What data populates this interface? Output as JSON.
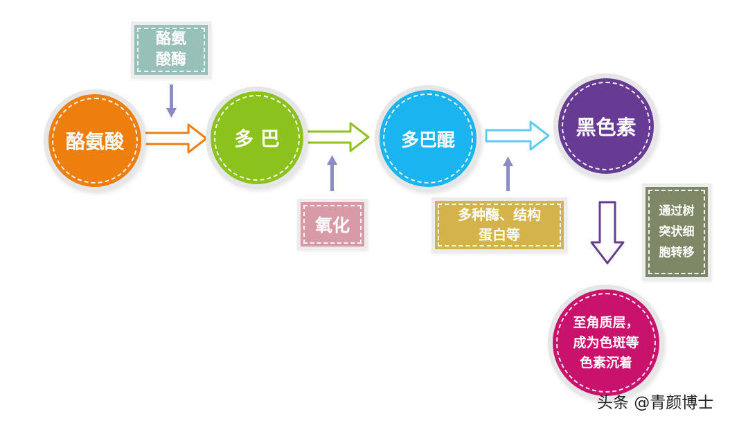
{
  "nodes": {
    "tyrosine": {
      "label": "酪氨酸",
      "color": "#ee7f0e"
    },
    "dopa": {
      "label": "多 巴",
      "color": "#8cc21e"
    },
    "dopaquinone": {
      "label": "多巴醌",
      "color": "#1ab5f1"
    },
    "melanin": {
      "label": "黑色素",
      "color": "#673a93"
    },
    "pigmentation": {
      "label": "至角质层，\n成为色斑等\n色素沉着",
      "color": "#c8126c"
    }
  },
  "boxes": {
    "tyrosinase": {
      "label": "酪氨\n酸酶",
      "color": "#96c0b8"
    },
    "oxidation": {
      "label": "氧化",
      "color": "#d89aa6"
    },
    "enzymes": {
      "label": "多种酶、结构\n蛋白等",
      "color": "#d4b44a"
    },
    "transfer": {
      "label": "通过树\n突状细\n胞转移",
      "color": "#7f8866"
    }
  },
  "watermark": "头条 @青颜博士"
}
